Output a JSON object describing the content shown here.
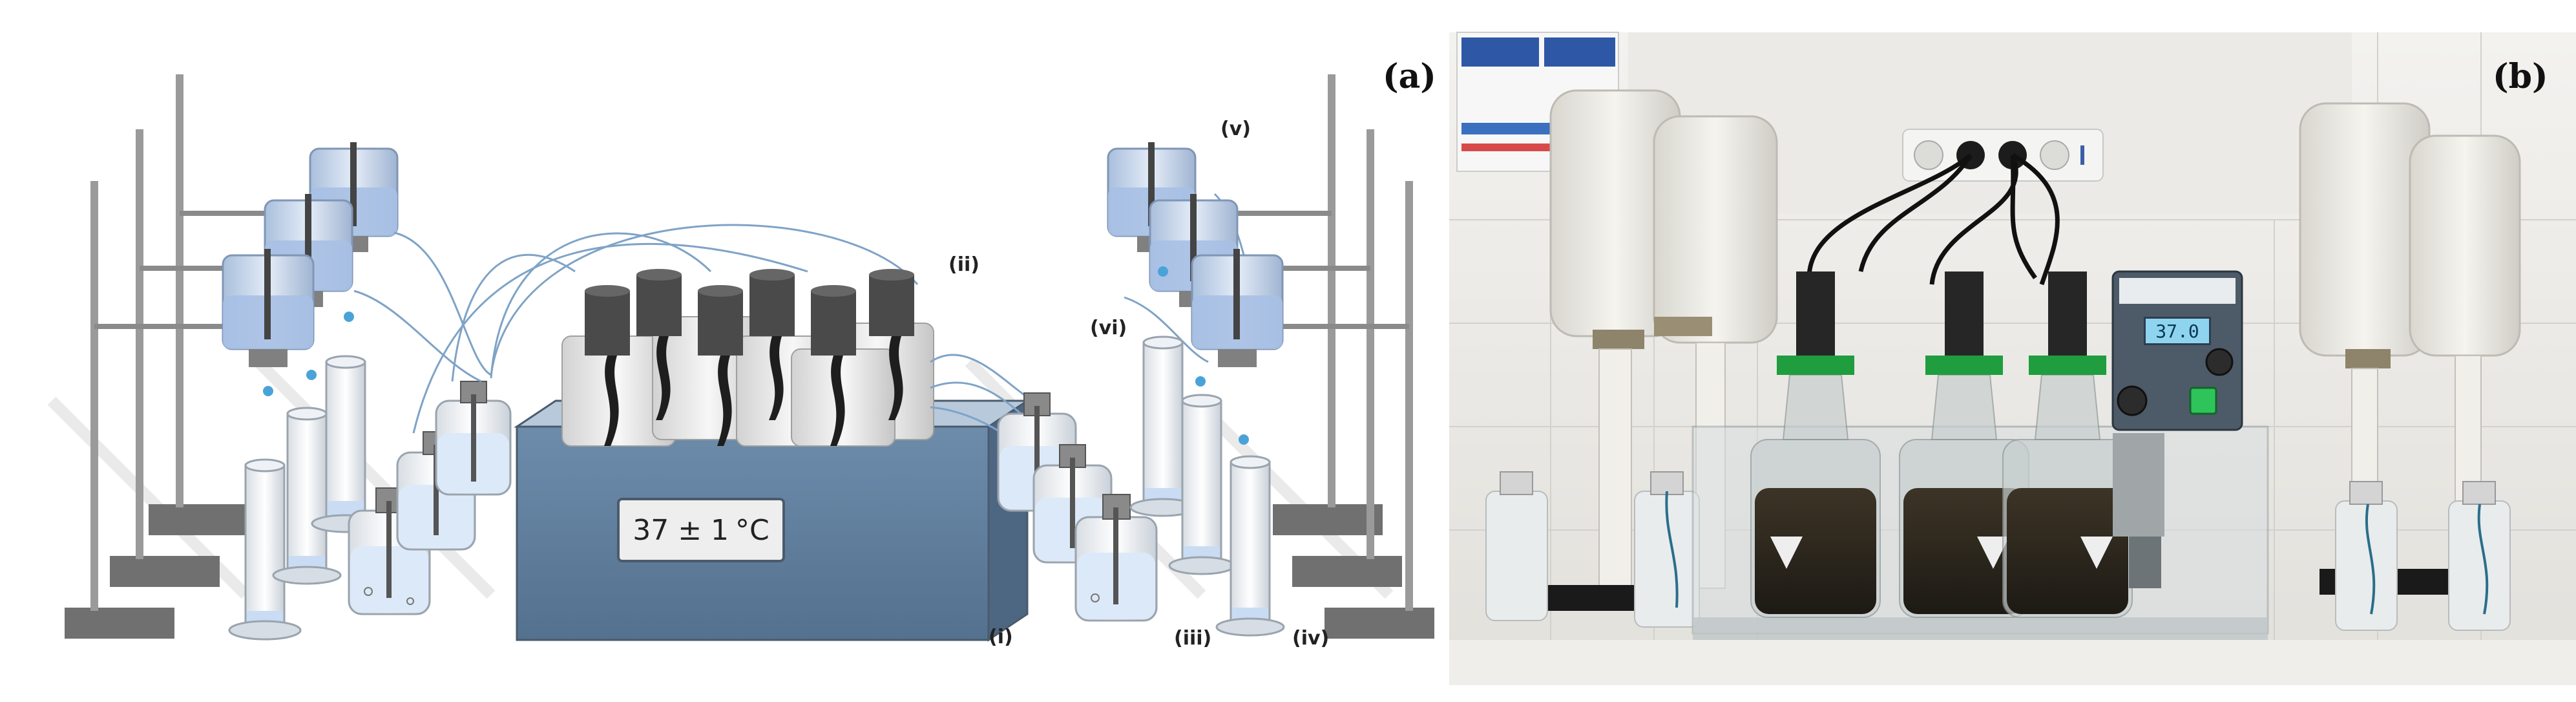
{
  "panels": {
    "a": {
      "label": "(a)"
    },
    "b": {
      "label": "(b)"
    }
  },
  "callouts": {
    "i": "(i)",
    "ii": "(ii)",
    "iii": "(iii)",
    "iv": "(iv)",
    "v": "(v)",
    "vi": "(vi)"
  },
  "water_bath": {
    "temperature": "37 ± 1",
    "unit": "°C"
  },
  "photo_controller": {
    "display_value": "37.0"
  },
  "colors": {
    "bath": "#5f7fa0",
    "bath_top": "#b7c9db",
    "reservoir": "#b7cde8",
    "stopper": "#4a4a4a",
    "bench": "#707070",
    "tile": "#e4e2dd"
  }
}
